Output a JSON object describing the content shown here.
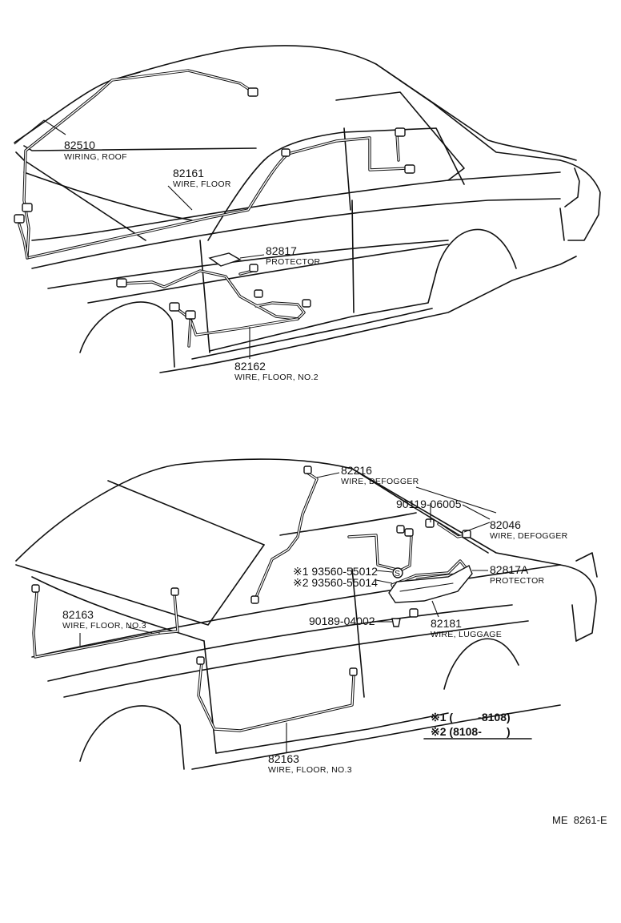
{
  "parts": {
    "p82510": {
      "number": "82510",
      "name": "WIRING, ROOF"
    },
    "p82161": {
      "number": "82161",
      "name": "WIRE, FLOOR"
    },
    "p82817": {
      "number": "82817",
      "name": "PROTECTOR"
    },
    "p82162": {
      "number": "82162",
      "name": "WIRE, FLOOR, NO.2"
    },
    "p82216": {
      "number": "82216",
      "name": "WIRE, DEFOGGER"
    },
    "p90119": {
      "number": "90119-06005"
    },
    "p82046": {
      "number": "82046",
      "name": "WIRE, DEFOGGER"
    },
    "p93560a": {
      "number": "※1 93560-55012"
    },
    "p93560b": {
      "number": "※2 93560-55014"
    },
    "p82817A": {
      "number": "82817A",
      "name": "PROTECTOR"
    },
    "p90189": {
      "number": "90189-04002"
    },
    "p82181": {
      "number": "82181",
      "name": "WIRE, LUGGAGE"
    },
    "p82163a": {
      "number": "82163",
      "name": "WIRE, FLOOR, NO.3"
    },
    "p82163b": {
      "number": "82163",
      "name": "WIRE, FLOOR, NO.3"
    }
  },
  "screw_symbol": "S",
  "legend": {
    "row1": "※1 (        -8108)",
    "row2": "※2 (8108-        )"
  },
  "footer": {
    "code": "ME  8261-E"
  }
}
